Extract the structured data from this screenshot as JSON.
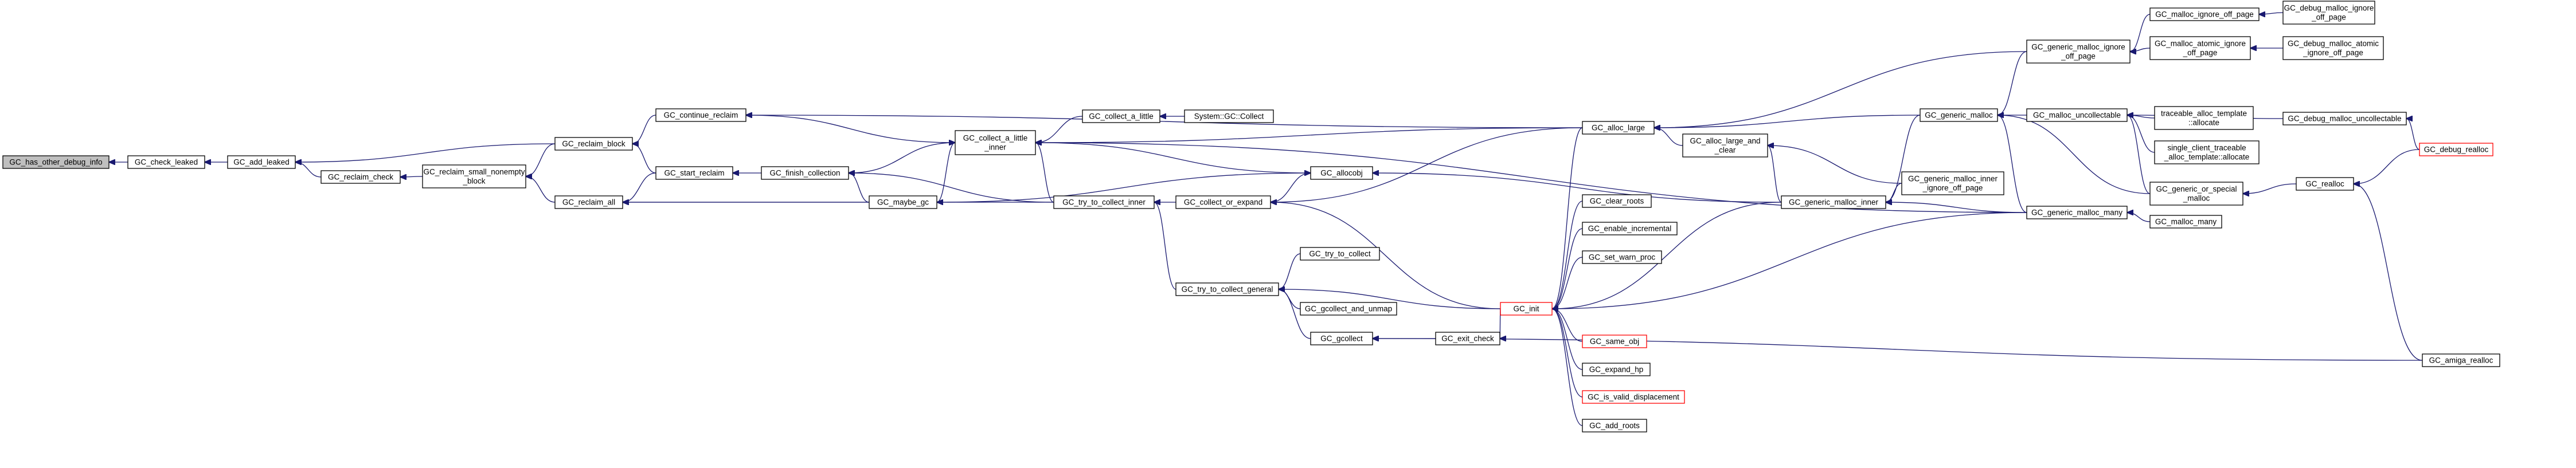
{
  "colors": {
    "edge": "#191970",
    "node_border": "#000000",
    "node_border_truncated": "#ff0000",
    "root_fill": "#bfbfbf"
  },
  "nodes": [
    {
      "id": "n1",
      "lines": [
        "GC_has_other_debug_info"
      ],
      "root": true
    },
    {
      "id": "n2",
      "lines": [
        "GC_check_leaked"
      ]
    },
    {
      "id": "n3",
      "lines": [
        "GC_add_leaked"
      ]
    },
    {
      "id": "n4",
      "lines": [
        "GC_reclaim_check"
      ]
    },
    {
      "id": "n5",
      "lines": [
        "GC_reclaim_small_nonempty",
        "_block"
      ]
    },
    {
      "id": "n6",
      "lines": [
        "GC_reclaim_block"
      ]
    },
    {
      "id": "n7",
      "lines": [
        "GC_reclaim_all"
      ]
    },
    {
      "id": "n8",
      "lines": [
        "GC_continue_reclaim"
      ]
    },
    {
      "id": "n9",
      "lines": [
        "GC_start_reclaim"
      ]
    },
    {
      "id": "n10",
      "lines": [
        "GC_finish_collection"
      ]
    },
    {
      "id": "n11",
      "lines": [
        "GC_collect_a_little",
        "_inner"
      ]
    },
    {
      "id": "n12",
      "lines": [
        "GC_maybe_gc"
      ]
    },
    {
      "id": "n13",
      "lines": [
        "GC_try_to_collect_inner"
      ]
    },
    {
      "id": "n14",
      "lines": [
        "GC_collect_a_little"
      ]
    },
    {
      "id": "n15",
      "lines": [
        "System::GC::Collect"
      ]
    },
    {
      "id": "n16",
      "lines": [
        "GC_allocobj"
      ]
    },
    {
      "id": "n17",
      "lines": [
        "GC_collect_or_expand"
      ]
    },
    {
      "id": "n18",
      "lines": [
        "GC_try_to_collect_general"
      ]
    },
    {
      "id": "n19",
      "lines": [
        "GC_try_to_collect"
      ]
    },
    {
      "id": "n20",
      "lines": [
        "GC_gcollect_and_unmap"
      ]
    },
    {
      "id": "n21",
      "lines": [
        "GC_gcollect"
      ]
    },
    {
      "id": "n22",
      "lines": [
        "GC_exit_check"
      ]
    },
    {
      "id": "n23",
      "lines": [
        "GC_init"
      ],
      "red": true
    },
    {
      "id": "n24",
      "lines": [
        "GC_alloc_large"
      ]
    },
    {
      "id": "n25",
      "lines": [
        "GC_alloc_large_and",
        "_clear"
      ]
    },
    {
      "id": "n26",
      "lines": [
        "GC_clear_roots"
      ]
    },
    {
      "id": "n27",
      "lines": [
        "GC_enable_incremental"
      ]
    },
    {
      "id": "n28",
      "lines": [
        "GC_set_warn_proc"
      ]
    },
    {
      "id": "n29",
      "lines": [
        "GC_same_obj"
      ],
      "red": true
    },
    {
      "id": "n30",
      "lines": [
        "GC_expand_hp"
      ]
    },
    {
      "id": "n31",
      "lines": [
        "GC_is_valid_displacement"
      ],
      "red": true
    },
    {
      "id": "n32",
      "lines": [
        "GC_add_roots"
      ]
    },
    {
      "id": "n33",
      "lines": [
        "GC_generic_malloc_inner"
      ]
    },
    {
      "id": "n34",
      "lines": [
        "GC_generic_malloc_inner",
        "_ignore_off_page"
      ]
    },
    {
      "id": "n35",
      "lines": [
        "GC_generic_malloc"
      ]
    },
    {
      "id": "n36",
      "lines": [
        "GC_generic_malloc_ignore",
        "_off_page"
      ]
    },
    {
      "id": "n37",
      "lines": [
        "GC_generic_malloc_many"
      ]
    },
    {
      "id": "n38",
      "lines": [
        "GC_malloc_ignore_off_page"
      ]
    },
    {
      "id": "n39",
      "lines": [
        "GC_malloc_atomic_ignore",
        "_off_page"
      ]
    },
    {
      "id": "n40",
      "lines": [
        "GC_malloc_uncollectable"
      ]
    },
    {
      "id": "n41",
      "lines": [
        "GC_generic_or_special",
        "_malloc"
      ]
    },
    {
      "id": "n42",
      "lines": [
        "GC_malloc_many"
      ]
    },
    {
      "id": "n43",
      "lines": [
        "traceable_alloc_template",
        "::allocate"
      ]
    },
    {
      "id": "n44",
      "lines": [
        "single_client_traceable",
        "_alloc_template::allocate"
      ]
    },
    {
      "id": "n45",
      "lines": [
        "GC_debug_malloc_ignore",
        "_off_page"
      ]
    },
    {
      "id": "n46",
      "lines": [
        "GC_debug_malloc_atomic",
        "_ignore_off_page"
      ]
    },
    {
      "id": "n47",
      "lines": [
        "GC_debug_malloc_uncollectable"
      ]
    },
    {
      "id": "n48",
      "lines": [
        "GC_realloc"
      ]
    },
    {
      "id": "n49",
      "lines": [
        "GC_debug_realloc"
      ],
      "red": true
    },
    {
      "id": "n50",
      "lines": [
        "GC_amiga_realloc"
      ]
    }
  ]
}
